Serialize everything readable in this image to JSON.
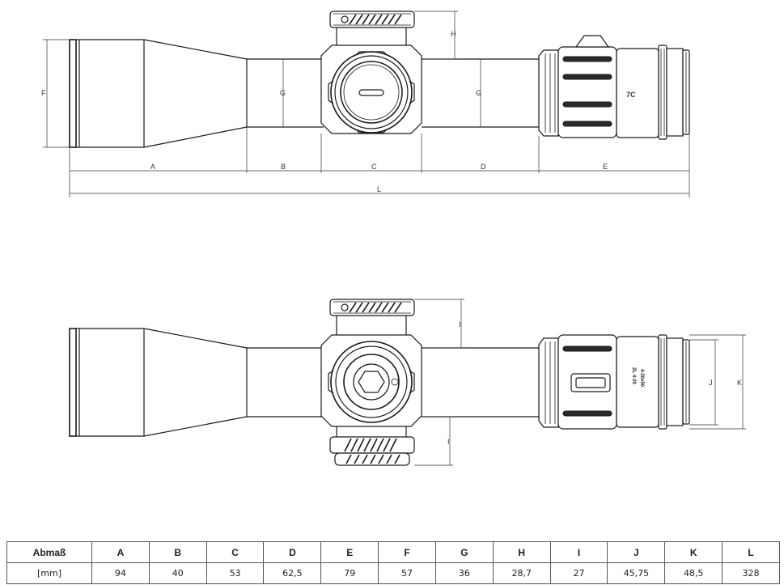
{
  "drawing": {
    "top_view_labels": {
      "F": "F",
      "G_left": "G",
      "G_right": "G",
      "H": "H",
      "A": "A",
      "B": "B",
      "C": "C",
      "D": "D",
      "E": "E",
      "L": "L"
    },
    "bottom_view_labels": {
      "I_upper": "I",
      "I_lower": "I",
      "J": "J",
      "K": "K"
    },
    "eyepiece_marking_top": "7C",
    "eyepiece_marking_bottom_line1": "ZL 4-20",
    "eyepiece_marking_bottom_line2": "4-20x50"
  },
  "table": {
    "header_label": "Abmaß",
    "unit_label": "[mm]",
    "columns": [
      "A",
      "B",
      "C",
      "D",
      "E",
      "F",
      "G",
      "H",
      "I",
      "J",
      "K",
      "L"
    ],
    "values": [
      "94",
      "40",
      "53",
      "62,5",
      "79",
      "57",
      "36",
      "28,7",
      "27",
      "45,75",
      "48,5",
      "328"
    ]
  }
}
